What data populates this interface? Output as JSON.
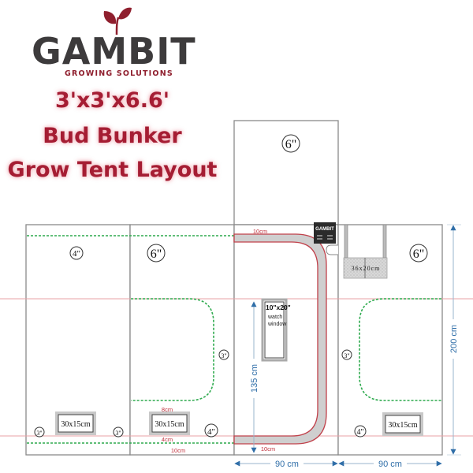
{
  "brand": {
    "name": "GAMBIT",
    "tagline": "GROWING SOLUTIONS",
    "text_color": "#3d3b3c",
    "accent_color": "#8f1f2e"
  },
  "title": {
    "line1": "3'x3'x6.6'",
    "line2": "Bud Bunker",
    "line3": "Grow Tent Layout",
    "color": "#a51d33"
  },
  "panels": {
    "top_flap": {
      "port": "6\""
    },
    "left_side": {
      "top_port": "4\"",
      "bottom_ports": [
        "3\"",
        "3\""
      ],
      "vent": "30x15cm"
    },
    "back": {
      "top_port": "6\"",
      "side_port": "3\"",
      "bottom_port": "4\"",
      "vent": "30x15cm",
      "margin_top": "8cm",
      "margin_mid": "4cm",
      "margin_bottom": "10cm"
    },
    "front_door": {
      "margin_top": "10cm",
      "margin_bottom": "10cm",
      "window_size": "10\"x20\"",
      "window_label_1": "watch",
      "window_label_2": "window",
      "height_label": "135 cm",
      "width_label": "90 cm",
      "label_badge": "GAMBIT"
    },
    "right_side": {
      "top_port": "6\"",
      "side_port": "3\"",
      "bottom_port": "4\"",
      "vent": "30x15cm",
      "top_vent": "36x20cm",
      "width_label": "90 cm"
    }
  },
  "dimensions": {
    "height": "200 cm",
    "width_front": "90 cm",
    "width_side": "90 cm"
  },
  "colors": {
    "outline": "#8a8a8a",
    "dim_blue": "#2f6ea8",
    "zipper_red": "#c0404a",
    "guide_pink": "#e8a0a6",
    "dashed_green": "#2eaa4e",
    "zipper_fill": "#cfcfcf"
  }
}
